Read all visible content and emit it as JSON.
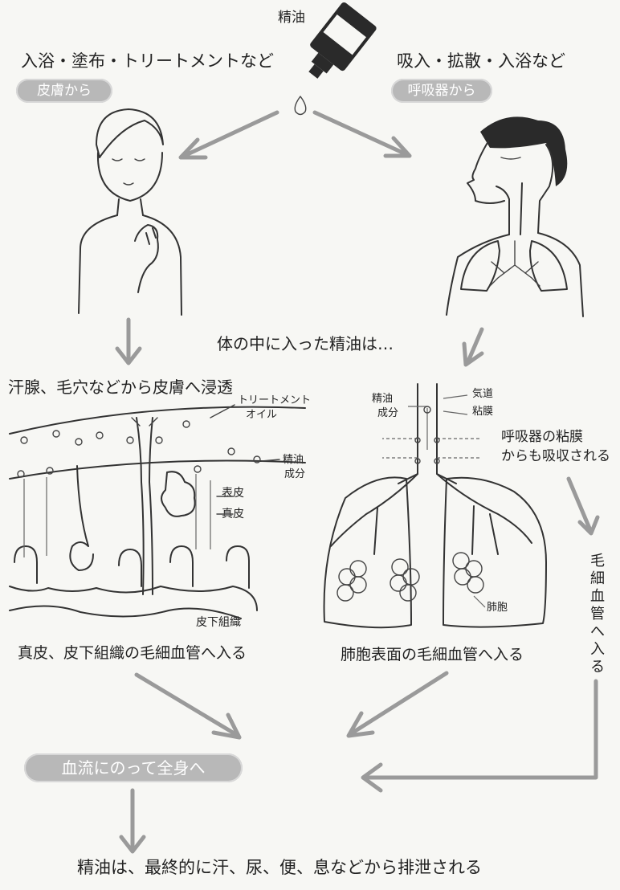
{
  "top": {
    "oil_label": "精油",
    "left_methods": "入浴・塗布・トリートメントなど",
    "left_badge": "皮膚から",
    "right_methods": "吸入・拡散・入浴など",
    "right_badge": "呼吸器から"
  },
  "middle": {
    "center_text": "体の中に入った精油は…",
    "skin_caption": "汗腺、毛穴などから皮膚へ浸透"
  },
  "skin_diagram": {
    "treatment_oil": [
      "トリートメント",
      "オイル"
    ],
    "oil_component": [
      "精油",
      "成分"
    ],
    "epidermis": "表皮",
    "dermis": "真皮",
    "subcutaneous": "皮下組織",
    "caption": "真皮、皮下組織の毛細血管へ入る"
  },
  "lung_diagram": {
    "oil_component": [
      "精油",
      "成分"
    ],
    "airway": "気道",
    "mucosa": "粘膜",
    "absorbed_note": [
      "呼吸器の粘膜",
      "からも吸収される"
    ],
    "alveoli": "肺胞",
    "caption": "肺胞表面の毛細血管へ入る"
  },
  "capillary_vertical": [
    "毛",
    "細",
    "血",
    "管",
    "へ",
    "入",
    "る"
  ],
  "bottom": {
    "bloodflow_badge": "血流にのって全身へ",
    "final_text": "精油は、最終的に汗、尿、便、息などから排泄される"
  }
}
